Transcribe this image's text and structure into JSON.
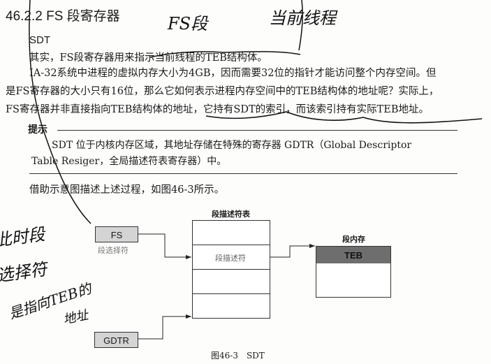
{
  "section_title": "46.2.2 FS 段寄存器",
  "subheading": "SDT",
  "paragraphs": [
    "其实，FS段寄存器用来指示当前线程的TEB结构体。",
    "IA-32系统中进程的虚拟内存大小为4GB，因而需要32位的指针才能访问整个内存空间。但",
    "是FS寄存器的大小只有16位，那么它如何表示进程内存空间中的TEB结构体的地址呢？实际上，",
    "FS寄存器并非直接指向TEB结构体的地址，它持有SDT的索引，而该索引持有实际TEB地址。"
  ],
  "tip": {
    "label": "提示",
    "lines": [
      "SDT 位于内核内存区域，其地址存储在特殊的寄存器 GDTR（Global Descriptor",
      "Table Resiger，全局描述符表寄存器）中。"
    ]
  },
  "intro": "借助示意图描述上述过程，如图46-3所示。",
  "diagram": {
    "fs": "FS",
    "fs_sub": "段选择符",
    "table_title": "段描述符表",
    "descriptor": "段描述符",
    "memory_title": "段内存",
    "teb": "TEB",
    "gdtr": "GDTR",
    "caption": "图46-3　SDT"
  },
  "handwriting": [
    "FS段",
    "当前线程",
    "此时段",
    "选择符",
    "是指向TEB的",
    "地址"
  ]
}
